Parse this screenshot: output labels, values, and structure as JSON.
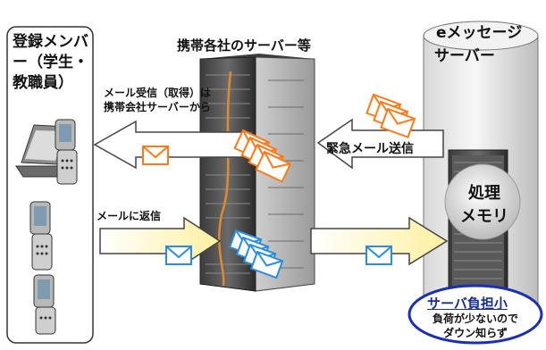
{
  "labels": {
    "members": "登録メンバー（学生・教職員）",
    "carriers": "携帯各社のサーバー等",
    "emsg_line1": "eメッセージ",
    "emsg_line2": "サーバー",
    "receive_line1": "メール受信（取得）は",
    "receive_line2": "携帯会社サーバーから",
    "urgent_send": "緊急メール送信",
    "reply": "メールに返信",
    "processing_line1": "処理",
    "processing_line2": "メモリ",
    "low_load_title": "サーバ負担小",
    "low_load_line1": "負荷が少ないので",
    "low_load_line2": "ダウン知らず"
  },
  "colors": {
    "left_arrow_fill": "#ffffff",
    "right_arrow_fill": "#fff4b0",
    "envelope_orange": "#ff7a18",
    "envelope_blue": "#2a8de0",
    "ellipse_stroke": "#1a2fb5"
  }
}
